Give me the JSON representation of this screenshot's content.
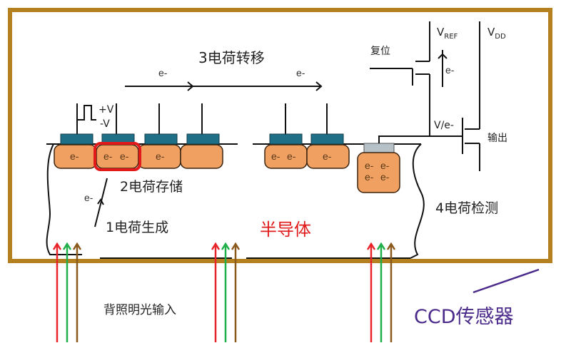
{
  "diagram": {
    "title": "CCD传感器",
    "semiconductor_label": "半导体",
    "steps": {
      "generation": "1电荷生成",
      "storage": "2电荷存储",
      "transfer": "3电荷转移",
      "detection": "4电荷检测"
    },
    "light_input_label": "背照明光输入",
    "electron_label": "e-",
    "clock": {
      "high": "+V",
      "low": "-V"
    },
    "circuit": {
      "reset_label": "复位",
      "vref_main": "V",
      "vref_sub": "REF",
      "vdd_main": "V",
      "vdd_sub": "DD",
      "node_label": "V/e-",
      "output_label": "输出"
    },
    "wells_left": [
      {
        "electrons": [
          "e-"
        ]
      },
      {
        "electrons": [
          "e-",
          "e-"
        ],
        "highlighted": true
      },
      {
        "electrons": [
          "e-"
        ]
      },
      {
        "electrons": []
      }
    ],
    "wells_right": [
      {
        "electrons": [
          "e-",
          "e-"
        ]
      },
      {
        "electrons": [
          "e-"
        ]
      }
    ],
    "sense_well": {
      "electrons": [
        "e-",
        "e-",
        "e-",
        "e-"
      ]
    },
    "light_colors": [
      "#e8242a",
      "#1fae4a",
      "#8a5a1c"
    ],
    "colors": {
      "frame": "#b5801f",
      "well_fill": "#f0a060",
      "gate_fill": "#1f6f86",
      "sense_gate_fill": "#b7c2c8",
      "highlight": "#e21a1a",
      "semiconductor_text": "#e01a1a",
      "title_text": "#4a2a8a"
    }
  }
}
